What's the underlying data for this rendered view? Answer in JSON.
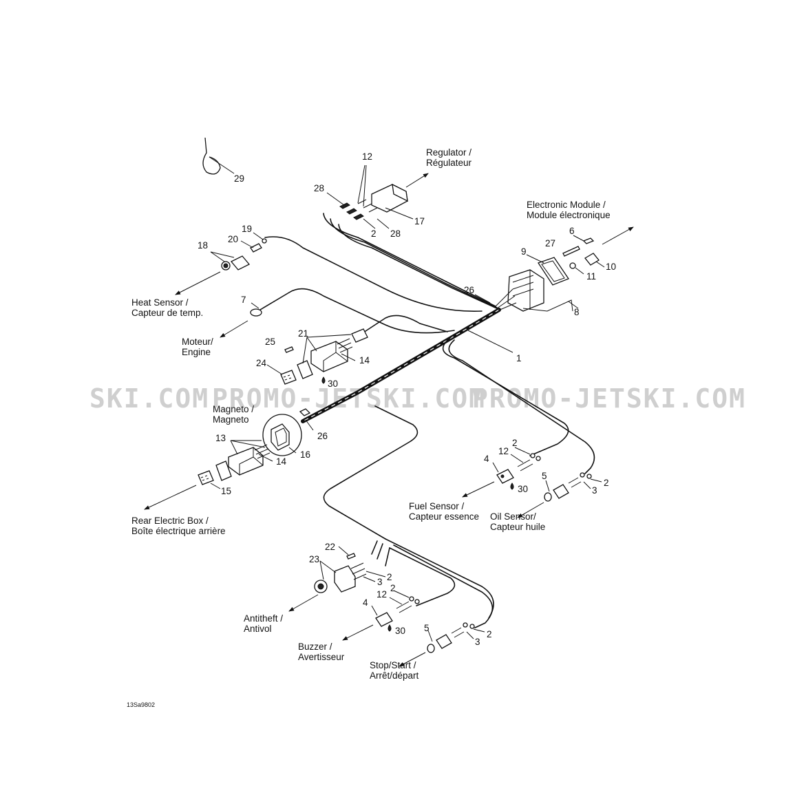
{
  "watermark": {
    "left": "SKI.COM",
    "center": "PROMO-JETSKI.COM",
    "right": "PROMO-JETSKI.COM"
  },
  "drawing_code": "13Sa9802",
  "destinations": {
    "regulator": [
      "Regulator /",
      "Régulateur"
    ],
    "electronic_module": [
      "Electronic Module /",
      "Module électronique"
    ],
    "heat_sensor": [
      "Heat Sensor /",
      "Capteur de temp."
    ],
    "engine": [
      "Moteur/",
      "Engine"
    ],
    "magneto": [
      "Magneto /",
      "Magneto"
    ],
    "rear_electric_box": [
      "Rear Electric Box /",
      "Boîte électrique arrière"
    ],
    "fuel_sensor": [
      "Fuel Sensor /",
      "Capteur essence"
    ],
    "oil_sensor": [
      "Oil Sensor/",
      "Capteur huile"
    ],
    "antitheft": [
      "Antitheft /",
      "Antivol"
    ],
    "buzzer": [
      "Buzzer /",
      "Avertisseur"
    ],
    "stop_start": [
      "Stop/Start /",
      "Arrêt/départ"
    ]
  },
  "callouts": {
    "c29": "29",
    "c12a": "12",
    "c28a": "28",
    "c17": "17",
    "c2a": "2",
    "c28b": "28",
    "c6": "6",
    "c27": "27",
    "c10": "10",
    "c9": "9",
    "c11": "11",
    "c8": "8",
    "c19": "19",
    "c20": "20",
    "c18": "18",
    "c26a": "26",
    "c7": "7",
    "c1": "1",
    "c25": "25",
    "c21": "21",
    "c14a": "14",
    "c24": "24",
    "c30a": "30",
    "c13": "13",
    "c26b": "26",
    "c16": "16",
    "c14b": "14",
    "c15": "15",
    "c2b": "2",
    "c12b": "12",
    "c4a": "4",
    "c5a": "5",
    "c2c": "2",
    "c3a": "3",
    "c30b": "30",
    "c22": "22",
    "c23": "23",
    "c2d": "2",
    "c3b": "3",
    "c2e": "2",
    "c12c": "12",
    "c4b": "4",
    "c30c": "30",
    "c5b": "5",
    "c2f": "2",
    "c3c": "3"
  }
}
